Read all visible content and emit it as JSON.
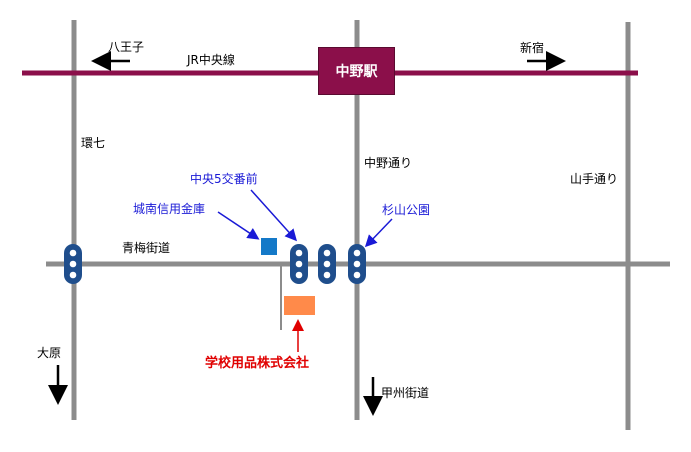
{
  "labels": {
    "hachioji": "八王子",
    "jr_chuo_line": "JR中央線",
    "shinjuku": "新宿",
    "nakano_station": "中野駅",
    "kannana": "環七",
    "nakano_dori": "中野通り",
    "yamate_dori": "山手通り",
    "chuo_5_koban": "中央5交番前",
    "jonan_shinkin": "城南信用金庫",
    "suginami_park": "杉山公園",
    "ome_kaido": "青梅街道",
    "company": "学校用品株式会社",
    "ohara": "大原",
    "koshu_kaido": "甲州街道"
  },
  "colors": {
    "road": "#8c8c8c",
    "rail": "#8b0f4a",
    "signal": "#1f4e8c",
    "label_blue": "#1a1ad6",
    "label_red": "#e00000",
    "bank": "#1479c8",
    "company": "#ff8a4a"
  }
}
